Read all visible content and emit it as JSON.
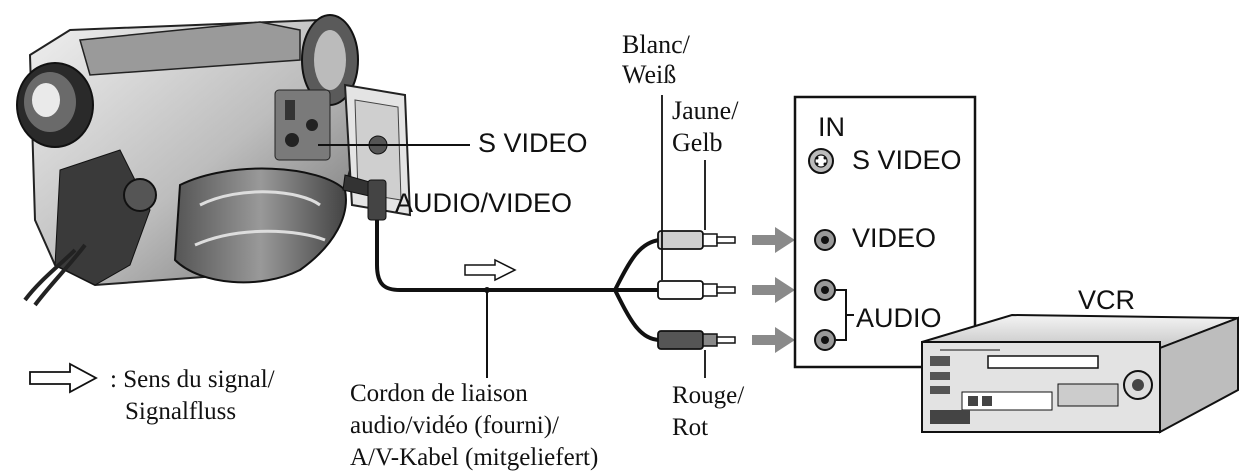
{
  "labels": {
    "blanc": "Blanc/",
    "weiss": "Weiß",
    "jaune": "Jaune/",
    "gelb": "Gelb",
    "s_video_camera": "S VIDEO",
    "audio_video_jack": "AUDIO/VIDEO",
    "vcr_in": "IN",
    "vcr_s_video": "S VIDEO",
    "vcr_video": "VIDEO",
    "vcr_audio": "AUDIO",
    "vcr": "VCR",
    "signal_legend_1": ": Sens du signal/",
    "signal_legend_2": "Signalfluss",
    "cable_1": "Cordon de liaison",
    "cable_2": "audio/vidéo (fourni)/",
    "cable_3": "A/V-Kabel (mitgeliefert)",
    "rouge": "Rouge/",
    "rot": "Rot"
  },
  "colors": {
    "ink": "#111111",
    "arrow_fill": "#8a8a8a",
    "device_gray": "#d9d9d9",
    "device_dark": "#3a3a3a"
  },
  "icons": [
    "camcorder-icon",
    "vcr-icon",
    "s-video-jack-icon",
    "rca-jack-icon",
    "rca-plug-icon",
    "signal-arrow-icon"
  ]
}
